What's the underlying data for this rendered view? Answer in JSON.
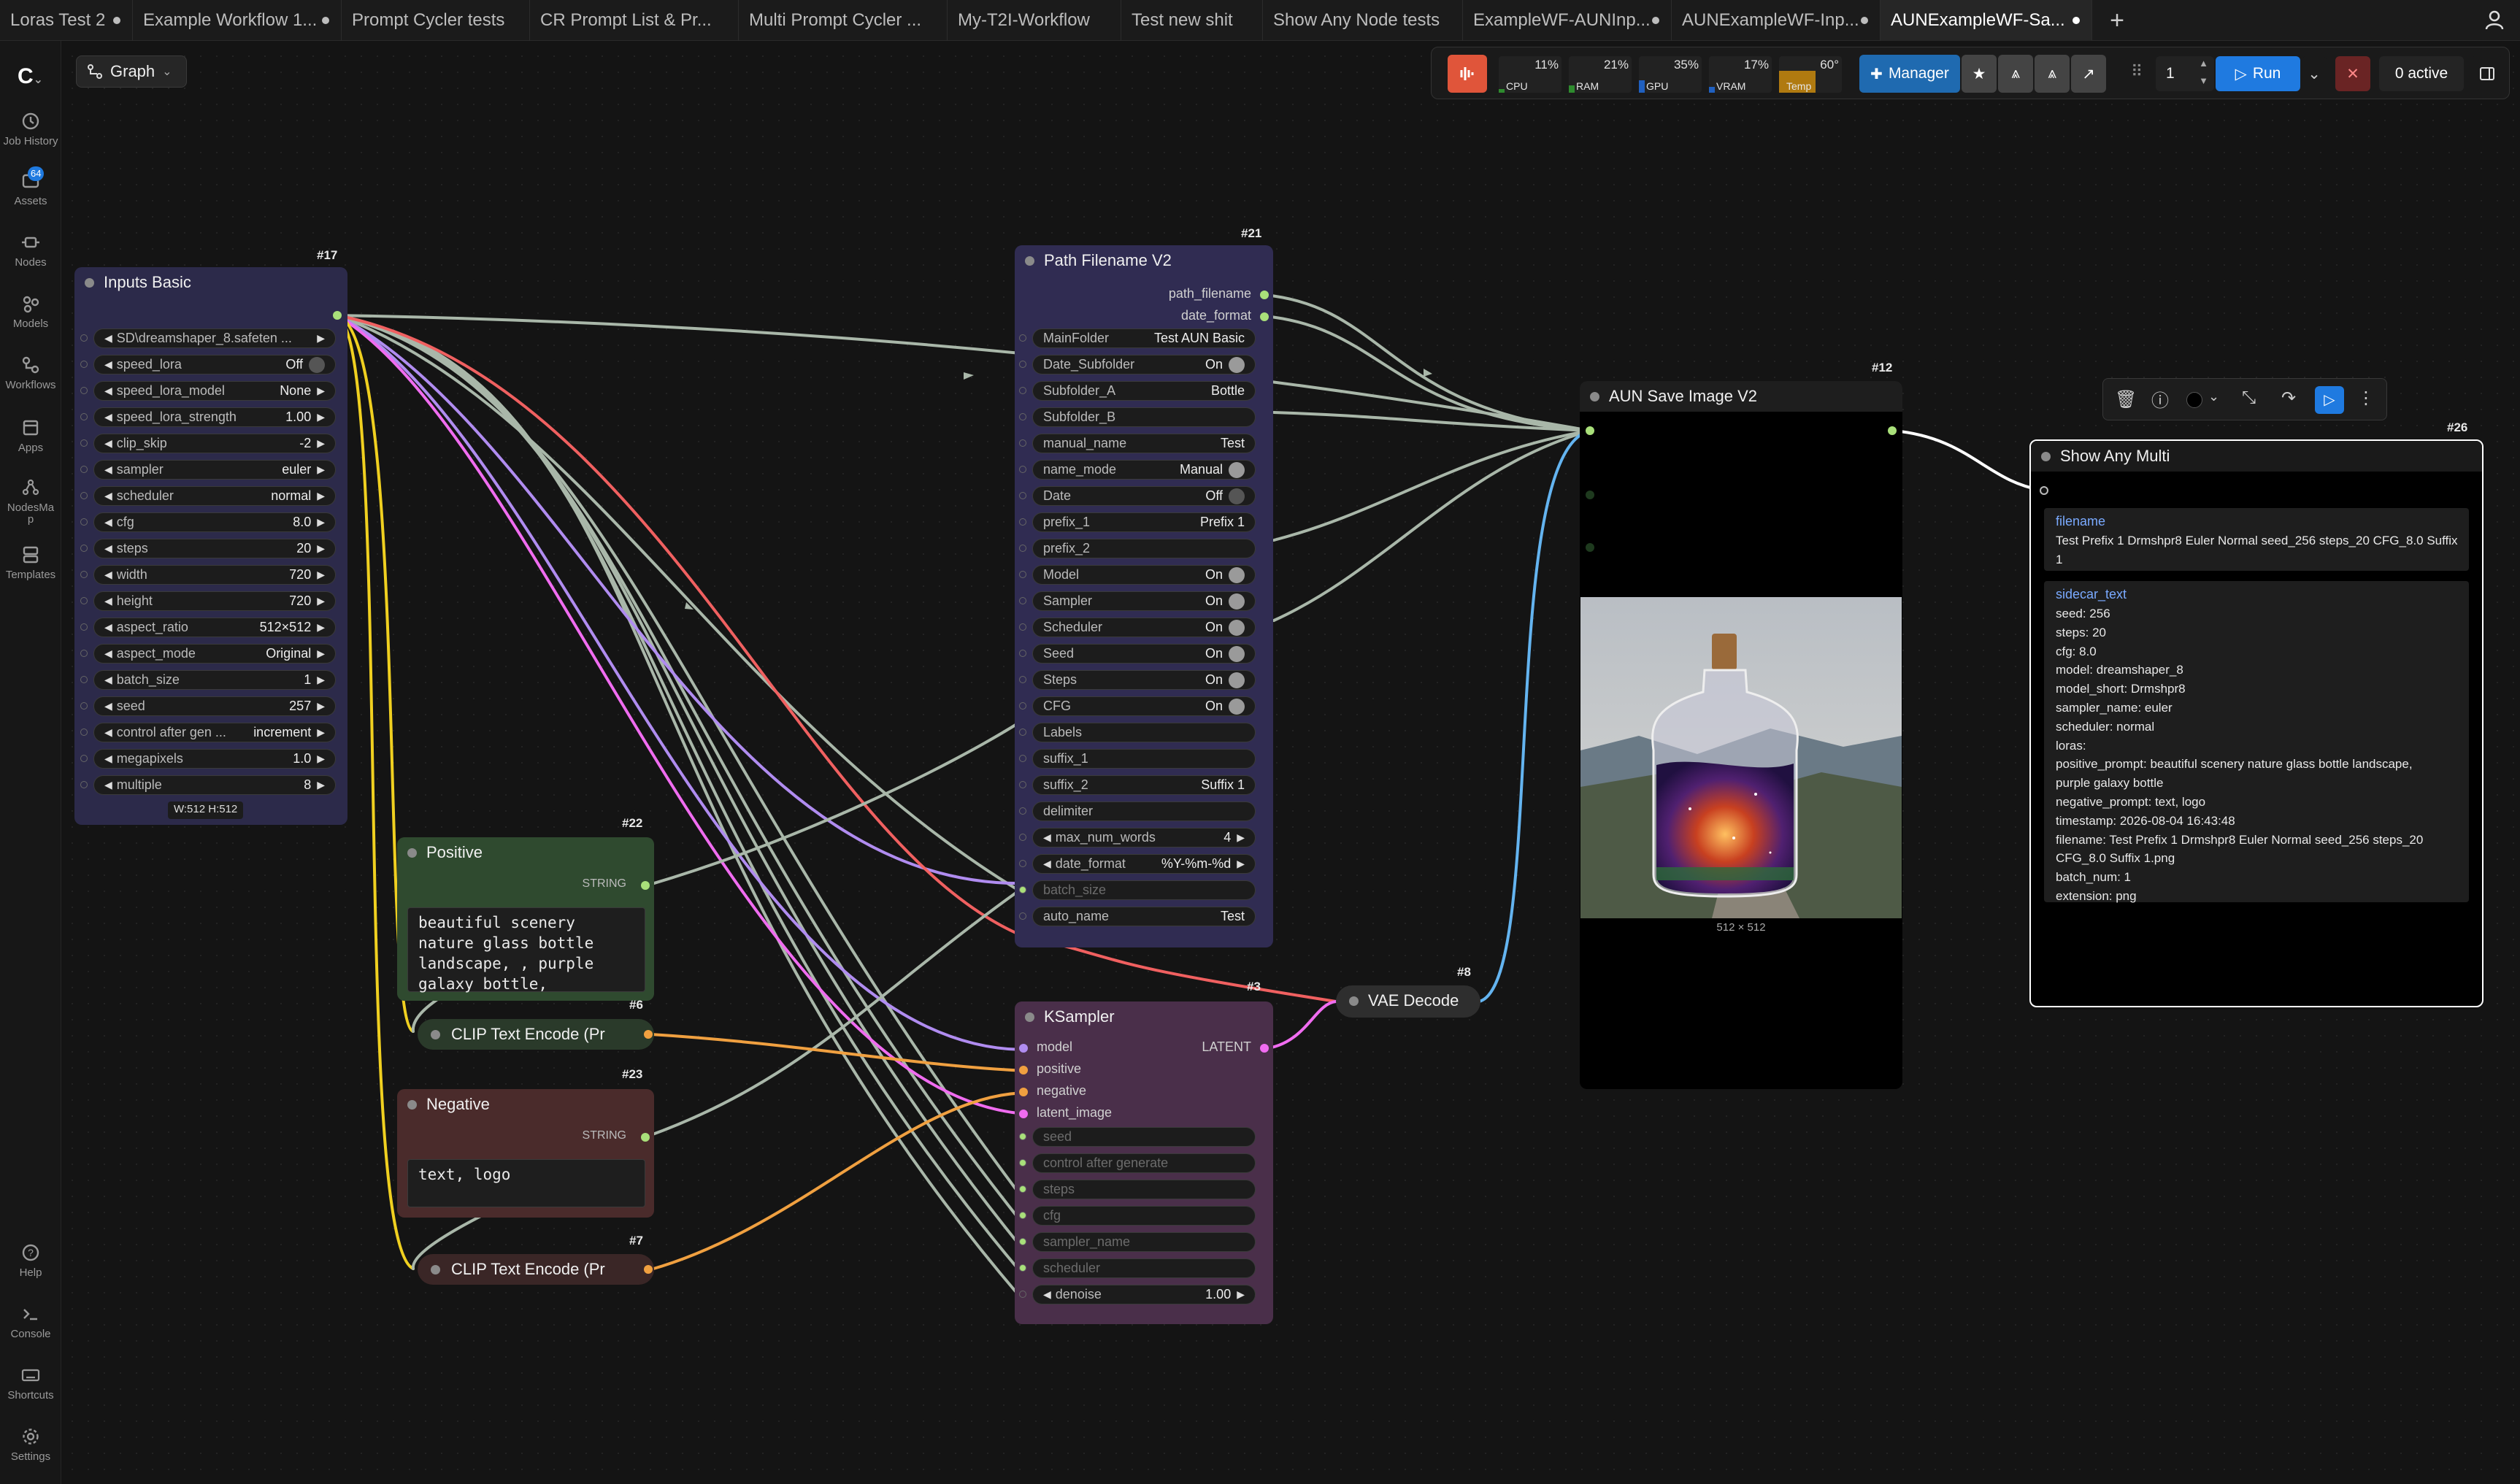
{
  "tabs": [
    {
      "label": "Loras Test 2",
      "modified": true
    },
    {
      "label": "Example Workflow 1...",
      "modified": true
    },
    {
      "label": "Prompt Cycler tests",
      "modified": false
    },
    {
      "label": "CR Prompt List & Pr...",
      "modified": false
    },
    {
      "label": "Multi Prompt Cycler ...",
      "modified": false
    },
    {
      "label": "My-T2I-Workflow",
      "modified": false
    },
    {
      "label": "Test new shit",
      "modified": false
    },
    {
      "label": "Show Any Node tests",
      "modified": false
    },
    {
      "label": "ExampleWF-AUNInp...",
      "modified": true
    },
    {
      "label": "AUNExampleWF-Inp...",
      "modified": true
    },
    {
      "label": "AUNExampleWF-Sa...",
      "modified": true,
      "active": true
    }
  ],
  "sidebar": {
    "items": [
      {
        "label": "Job History",
        "icon": "history-icon"
      },
      {
        "label": "Assets",
        "icon": "assets-icon",
        "badge": "64"
      },
      {
        "label": "Nodes",
        "icon": "nodes-icon"
      },
      {
        "label": "Models",
        "icon": "models-icon"
      },
      {
        "label": "Workflows",
        "icon": "workflows-icon"
      },
      {
        "label": "Apps",
        "icon": "apps-icon"
      },
      {
        "label": "NodesMap",
        "icon": "nodesmap-icon"
      },
      {
        "label": "Templates",
        "icon": "templates-icon"
      }
    ],
    "bottom": [
      {
        "label": "Help",
        "icon": "help-icon"
      },
      {
        "label": "Console",
        "icon": "console-icon"
      },
      {
        "label": "Shortcuts",
        "icon": "keyboard-icon"
      },
      {
        "label": "Settings",
        "icon": "gear-icon"
      }
    ]
  },
  "graph_button": "Graph",
  "toolbar": {
    "monitors": [
      {
        "name": "CPU",
        "pct": "11%",
        "level": 0.11,
        "color": "#2e8b2e"
      },
      {
        "name": "RAM",
        "pct": "21%",
        "level": 0.21,
        "color": "#2e8b2e"
      },
      {
        "name": "GPU",
        "pct": "35%",
        "level": 0.35,
        "color": "#2060c0"
      },
      {
        "name": "VRAM",
        "pct": "17%",
        "level": 0.17,
        "color": "#2060c0"
      },
      {
        "name": "Temp",
        "pct": "60°",
        "level": 0.6,
        "color": "#b07a10"
      }
    ],
    "manager": "Manager",
    "queue_count": "1",
    "run": "Run",
    "active": "0 active"
  },
  "nodes": {
    "inputs_basic": {
      "id": "#17",
      "title": "Inputs Basic",
      "widgets": [
        {
          "label": "SD\\dreamshaper_8.safeten ...",
          "value": ""
        },
        {
          "label": "speed_lora",
          "value": "Off",
          "toggle": "off"
        },
        {
          "label": "speed_lora_model",
          "value": "None"
        },
        {
          "label": "speed_lora_strength",
          "value": "1.00"
        },
        {
          "label": "clip_skip",
          "value": "-2"
        },
        {
          "label": "sampler",
          "value": "euler"
        },
        {
          "label": "scheduler",
          "value": "normal"
        },
        {
          "label": "cfg",
          "value": "8.0"
        },
        {
          "label": "steps",
          "value": "20"
        },
        {
          "label": "width",
          "value": "720"
        },
        {
          "label": "height",
          "value": "720"
        },
        {
          "label": "aspect_ratio",
          "value": "512×512"
        },
        {
          "label": "aspect_mode",
          "value": "Original"
        },
        {
          "label": "batch_size",
          "value": "1"
        },
        {
          "label": "seed",
          "value": "257"
        },
        {
          "label": "control after gen ...",
          "value": "increment"
        },
        {
          "label": "megapixels",
          "value": "1.0"
        },
        {
          "label": "multiple",
          "value": "8"
        }
      ],
      "footer": "W:512 H:512"
    },
    "positive": {
      "id": "#22",
      "title": "Positive",
      "out": "STRING",
      "text": "beautiful scenery nature glass bottle landscape, , purple galaxy bottle,"
    },
    "clip_pos": {
      "id": "#6",
      "title": "CLIP Text Encode (Pr"
    },
    "negative": {
      "id": "#23",
      "title": "Negative",
      "out": "STRING",
      "text": "text, logo"
    },
    "clip_neg": {
      "id": "#7",
      "title": "CLIP Text Encode (Pr"
    },
    "path_filename": {
      "id": "#21",
      "title": "Path Filename V2",
      "outputs": [
        "path_filename",
        "date_format"
      ],
      "widgets": [
        {
          "label": "MainFolder",
          "value": "Test AUN Basic"
        },
        {
          "label": "Date_Subfolder",
          "value": "On",
          "toggle": "on"
        },
        {
          "label": "Subfolder_A",
          "value": "Bottle"
        },
        {
          "label": "Subfolder_B",
          "value": ""
        },
        {
          "label": "manual_name",
          "value": "Test"
        },
        {
          "label": "name_mode",
          "value": "Manual",
          "toggle": "on"
        },
        {
          "label": "Date",
          "value": "Off",
          "toggle": "off"
        },
        {
          "label": "prefix_1",
          "value": "Prefix 1"
        },
        {
          "label": "prefix_2",
          "value": ""
        },
        {
          "label": "Model",
          "value": "On",
          "toggle": "on"
        },
        {
          "label": "Sampler",
          "value": "On",
          "toggle": "on"
        },
        {
          "label": "Scheduler",
          "value": "On",
          "toggle": "on"
        },
        {
          "label": "Seed",
          "value": "On",
          "toggle": "on"
        },
        {
          "label": "Steps",
          "value": "On",
          "toggle": "on"
        },
        {
          "label": "CFG",
          "value": "On",
          "toggle": "on"
        },
        {
          "label": "Labels",
          "value": ""
        },
        {
          "label": "suffix_1",
          "value": ""
        },
        {
          "label": "suffix_2",
          "value": "Suffix 1"
        },
        {
          "label": "delimiter",
          "value": ""
        },
        {
          "label": "max_num_words",
          "value": "4",
          "arrows": true
        },
        {
          "label": "date_format",
          "value": "%Y-%m-%d",
          "arrows": true
        },
        {
          "label": "batch_size",
          "value": "",
          "dim": true
        },
        {
          "label": "auto_name",
          "value": "Test"
        }
      ]
    },
    "ksampler": {
      "id": "#3",
      "title": "KSampler",
      "inputs": [
        "model",
        "positive",
        "negative",
        "latent_image"
      ],
      "output": "LATENT",
      "widgets": [
        {
          "label": "seed",
          "dim": true
        },
        {
          "label": "control after generate",
          "dim": true
        },
        {
          "label": "steps",
          "dim": true
        },
        {
          "label": "cfg",
          "dim": true
        },
        {
          "label": "sampler_name",
          "dim": true
        },
        {
          "label": "scheduler",
          "dim": true
        },
        {
          "label": "denoise",
          "value": "1.00",
          "arrows": true
        }
      ]
    },
    "vae_decode": {
      "id": "#8",
      "title": "VAE Decode"
    },
    "save_image": {
      "id": "#12",
      "title": "AUN Save Image V2",
      "caption": "512 × 512"
    },
    "show_any": {
      "id": "#26",
      "title": "Show Any Multi",
      "filename_label": "filename",
      "filename_value": "Test Prefix 1 Drmshpr8 Euler Normal seed_256 steps_20 CFG_8.0 Suffix 1",
      "sidecar_label": "sidecar_text",
      "sidecar_value": "seed: 256\nsteps: 20\ncfg: 8.0\nmodel: dreamshaper_8\nmodel_short: Drmshpr8\nsampler_name: euler\nscheduler: normal\nloras:\npositive_prompt: beautiful scenery nature glass bottle landscape,\npurple galaxy bottle\nnegative_prompt: text, logo\ntimestamp: 2026-08-04 16:43:48\nfilename: Test Prefix 1 Drmshpr8 Euler Normal seed_256 steps_20\nCFG_8.0 Suffix 1.png\nbatch_num: 1\nextension: png"
    }
  },
  "colors": {
    "node_blue": "#302c52",
    "node_green": "#2f4a2f",
    "node_brown": "#4a2b2b",
    "node_purple": "#4a2f4a",
    "link_gray": "#a9b7a9",
    "link_yellow": "#f0d020",
    "link_orange": "#f0a040",
    "link_pink": "#f06cf0",
    "link_violet": "#b08cf0",
    "link_red": "#f06060",
    "link_blue": "#64b4f0",
    "run_blue": "#1f7ae0"
  }
}
